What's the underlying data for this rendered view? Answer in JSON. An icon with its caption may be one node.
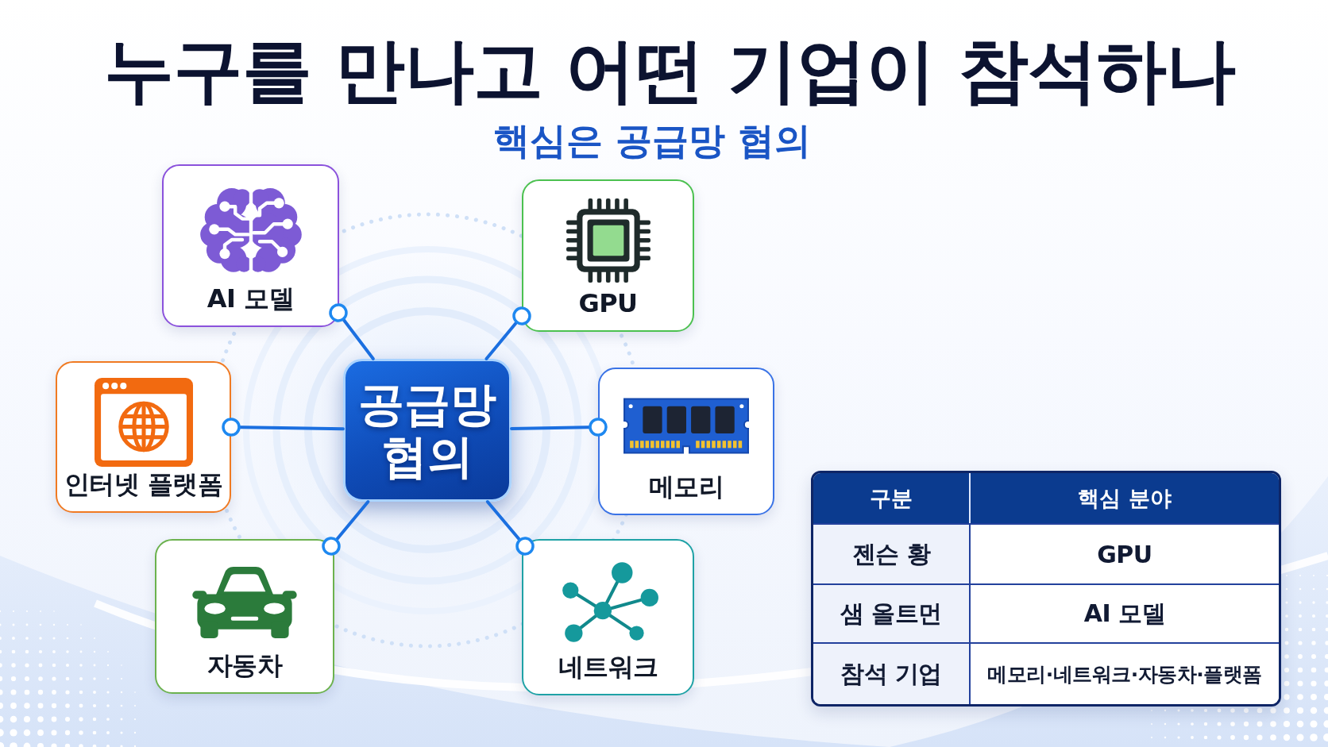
{
  "diagram": {
    "title": "누구를 만나고 어떤 기업이 참석하나",
    "nodes": [
      {
        "text": [
          "AI 모델"
        ]
      },
      {
        "text": [
          "GPU"
        ]
      },
      {
        "text": [
          "인터넷 플랫폼"
        ]
      },
      {
        "text": [
          "공급망 협의"
        ]
      },
      {
        "text": [
          "메모리"
        ]
      },
      {
        "text": [
          "자동차"
        ]
      },
      {
        "text": [
          "네트워크"
        ]
      }
    ],
    "edges": [
      {
        "from": 3,
        "to": 0,
        "arrow": "other"
      },
      {
        "from": 3,
        "to": 1,
        "arrow": "other"
      },
      {
        "from": 3,
        "to": 2,
        "arrow": "other"
      },
      {
        "from": 3,
        "to": 4,
        "arrow": "other"
      },
      {
        "from": 3,
        "to": 5,
        "arrow": "other"
      },
      {
        "from": 3,
        "to": 6,
        "arrow": "other"
      }
    ],
    "labels": [
      "핵심은 공급망 협의",
      "구분",
      "핵심 분야",
      "젠슨 황",
      "GPU",
      "샘 올트먼",
      "AI 모델",
      "참석 기업",
      "메모리·네트워크·자동차·플랫폼"
    ]
  }
}
